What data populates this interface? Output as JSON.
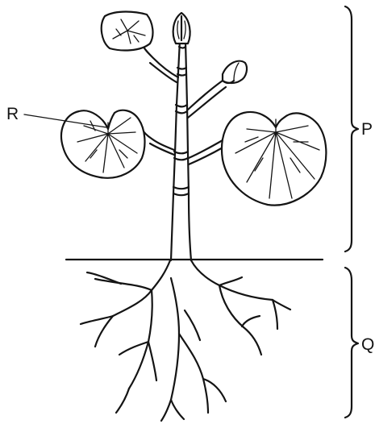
{
  "labels": {
    "p": "P",
    "q": "Q",
    "r": "R"
  },
  "colors": {
    "ink": "#141414",
    "background": "#ffffff"
  }
}
